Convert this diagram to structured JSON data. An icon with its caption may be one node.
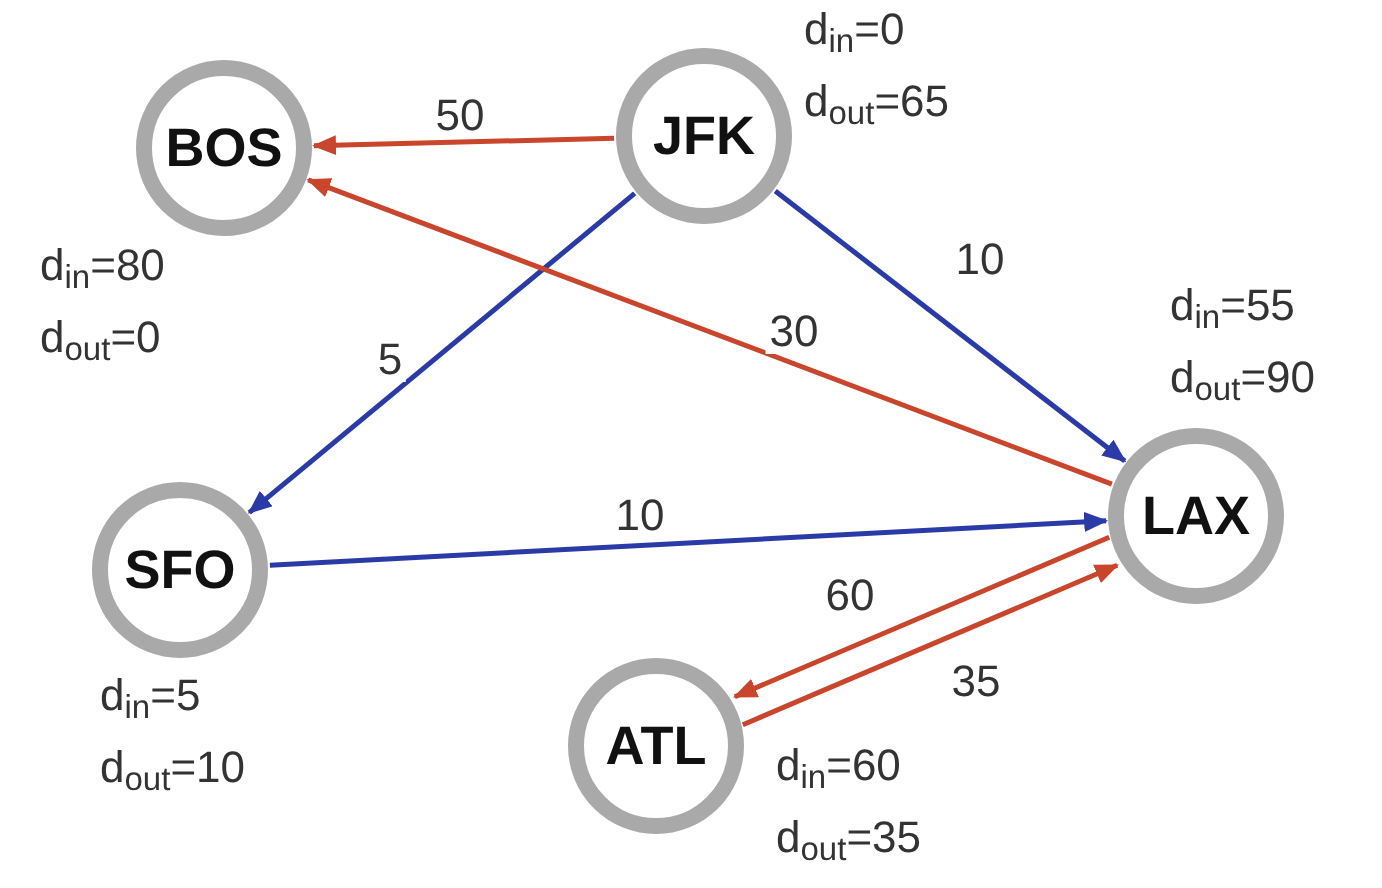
{
  "diagram": {
    "nodes": [
      {
        "text": [
          "BOS"
        ],
        "beside": [
          "d$_{in}$=80",
          "d$_{out}$=0"
        ]
      },
      {
        "text": [
          "JFK"
        ],
        "beside": [
          "d$_{in}$=0",
          "d$_{out}$=65"
        ]
      },
      {
        "text": [
          "SFO"
        ],
        "beside": [
          "d$_{in}$=5",
          "d$_{out}$=10"
        ]
      },
      {
        "text": [
          "LAX"
        ],
        "beside": [
          "d$_{in}$=55",
          "d$_{out}$=90"
        ]
      },
      {
        "text": [
          "ATL"
        ],
        "beside": [
          "d$_{in}$=60",
          "d$_{out}$=35"
        ]
      }
    ],
    "edges": [
      {
        "from": 1,
        "to": 0,
        "arrow": "to",
        "label": "50"
      },
      {
        "from": 1,
        "to": 2,
        "arrow": "to",
        "label": "5",
        "color": "#2a3aa6"
      },
      {
        "from": 1,
        "to": 3,
        "arrow": "to",
        "label": "10",
        "color": "#2a3aa6"
      },
      {
        "from": 3,
        "to": 0,
        "arrow": "to",
        "label": "30"
      },
      {
        "from": 2,
        "to": 3,
        "arrow": "to",
        "label": "10",
        "color": "#2a3aa6"
      },
      {
        "from": 3,
        "to": 4,
        "arrow": "to",
        "label": "60"
      },
      {
        "from": 4,
        "to": 3,
        "arrow": "to",
        "label": "35"
      }
    ]
  }
}
